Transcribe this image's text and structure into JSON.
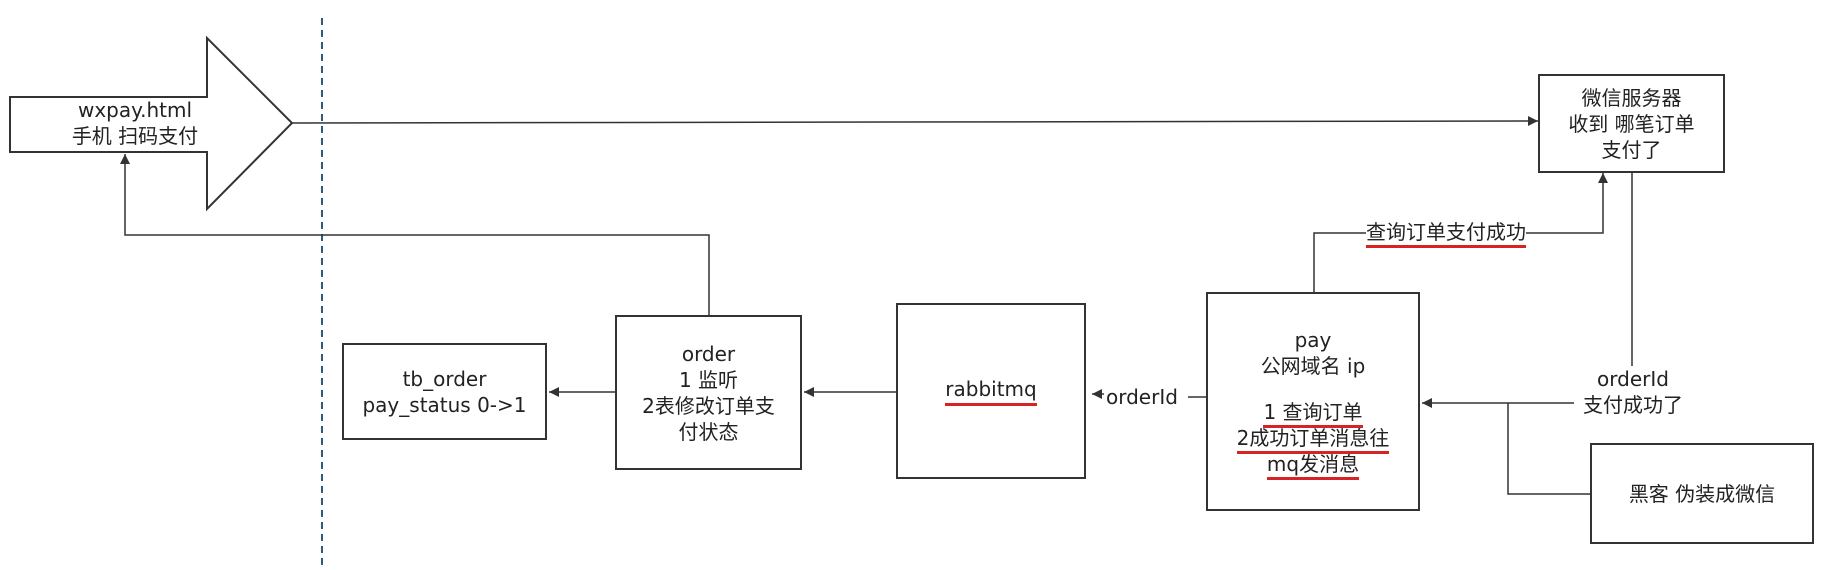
{
  "colors": {
    "line": "#333333",
    "dashed_divider": "#2b5d7a",
    "underline": "#d62424"
  },
  "nodes": {
    "wxpay": {
      "line1": "wxpay.html",
      "line2": "手机 扫码支付"
    },
    "wechat": {
      "line1": "微信服务器",
      "line2": "收到 哪笔订单",
      "line3": "支付了"
    },
    "tb_order": {
      "line1": "tb_order",
      "line2": "pay_status 0->1"
    },
    "order": {
      "line1": "order",
      "line2": "1 监听",
      "line3": "2表修改订单支",
      "line4": "付状态"
    },
    "rabbitmq": {
      "label": "rabbitmq"
    },
    "pay": {
      "line1": "pay",
      "line2": "公网域名 ip",
      "line3": "1 查询订单",
      "line4": "2成功订单消息往",
      "line5": "mq发消息"
    },
    "hacker": {
      "label": "黑客 伪装成微信"
    }
  },
  "edge_labels": {
    "query_success": "查询订单支付成功",
    "order_id": "orderId",
    "wechat_notify_line1": "orderId",
    "wechat_notify_line2": "支付成功了"
  }
}
